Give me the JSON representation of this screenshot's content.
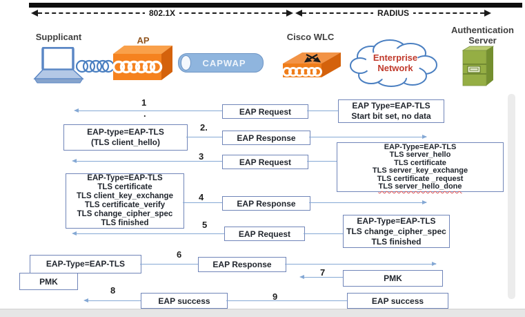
{
  "header": {
    "spans": [
      {
        "label": "802.1X"
      },
      {
        "label": "RADIUS"
      }
    ]
  },
  "nodes": {
    "supplicant": {
      "label": "Supplicant"
    },
    "ap": {
      "label": "AP"
    },
    "capwap": {
      "label": "CAPWAP"
    },
    "wlc": {
      "label": "Cisco WLC"
    },
    "enterprise": {
      "lines": [
        "Enterprise",
        "Network"
      ]
    },
    "auth_server": {
      "lines": [
        "Authentication",
        "Server"
      ]
    }
  },
  "icons": {
    "supplicant": "laptop-icon",
    "wireless_link": "radio-coil-icon",
    "ap": "access-point-icon",
    "capwap": "tunnel-icon",
    "wlc": "wireless-controller-icon",
    "enterprise": "cloud-icon",
    "auth_server": "server-icon"
  },
  "flow": {
    "steps": {
      "s1": {
        "num": "1",
        "dot": ".",
        "msg": "EAP Request",
        "info": [
          "EAP Type=EAP-TLS",
          "Start bit set, no data"
        ]
      },
      "s2": {
        "num": "2.",
        "msg": "EAP Response",
        "info": [
          "EAP-type=EAP-TLS",
          "(TLS client_hello)"
        ]
      },
      "s3": {
        "num": "3",
        "msg": "EAP Request",
        "info": [
          "EAP-Type=EAP-TLS",
          "TLS server_hello",
          "TLS certificate",
          "TLS server_key_exchange",
          "TLS certificate _request",
          "TLS server_hello_done"
        ]
      },
      "s4": {
        "num": "4",
        "msg": "EAP Response",
        "info": [
          "EAP-Type=EAP-TLS",
          "TLS certificate",
          "TLS client_key_exchange",
          "TLS certificate_verify",
          "TLS change_cipher_spec",
          "TLS finished"
        ]
      },
      "s5": {
        "num": "5",
        "msg": "EAP Request",
        "info": [
          "EAP-Type=EAP-TLS",
          "TLS change_cipher_spec",
          "TLS finished"
        ]
      },
      "s6": {
        "num": "6",
        "msg": "EAP Response",
        "info": [
          "EAP-Type=EAP-TLS"
        ]
      },
      "s7": {
        "num": "7",
        "msg": "PMK",
        "info_left": [
          "PMK"
        ]
      },
      "s8": {
        "num": "8",
        "msg": "EAP success"
      },
      "s9": {
        "num": "9",
        "msg": "EAP success"
      }
    }
  },
  "colors": {
    "orange_front": "#f5821f",
    "orange_top": "#f9a04a",
    "orange_side": "#d4620c",
    "blue_stroke": "#4a7fc1",
    "laptop_stroke": "#5b87c5",
    "tube_fill": "#8fb5de",
    "cloud_text_red": "#c0392b",
    "server_green": "#95ae44",
    "flow_border": "#6f84b8",
    "arrow_blue": "#84a8d4",
    "bar_black": "#0e0e0e"
  }
}
